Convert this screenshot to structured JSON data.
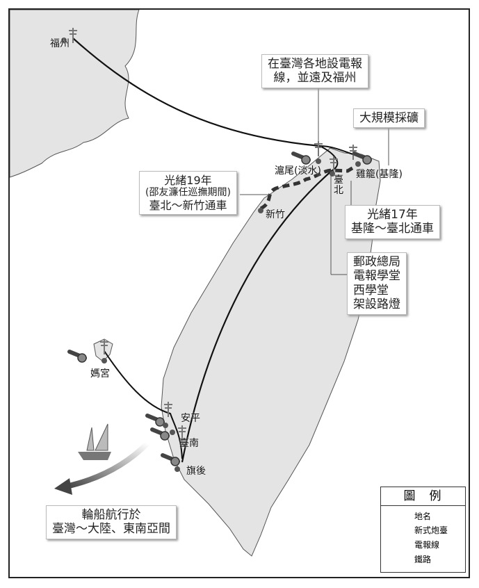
{
  "places": {
    "fuzhou": "福州",
    "huwei": "滬尾(淡水)",
    "taipei": "臺\n北",
    "keelung": "雞籠(基隆)",
    "hsinchu": "新竹",
    "magong": "媽宮",
    "anping": "安平",
    "tainan": "臺南",
    "qihou": "旗後"
  },
  "callouts": {
    "telegraph": [
      "在臺灣各地設電報",
      "線，並遠及福州"
    ],
    "mining": "大規模採礦",
    "rail19": [
      "光緒19年",
      "(邵友濂任巡撫期間)",
      "臺北～新竹通車"
    ],
    "rail17": [
      "光緒17年",
      "基隆～臺北通車"
    ],
    "taipei_facilities": [
      "郵政總局",
      "電報學堂",
      "西學堂",
      "架設路燈"
    ],
    "shipping": [
      "輪船航行於",
      "臺灣～大陸、東南亞間"
    ]
  },
  "legend": {
    "title": "圖例",
    "items": [
      {
        "icon": "place-dot-icon",
        "label": "地名"
      },
      {
        "icon": "cannon-icon",
        "label": "新式炮臺"
      },
      {
        "icon": "telegraph-pole-icon",
        "label": "電報線"
      },
      {
        "icon": "railway-icon",
        "label": "鐵路"
      }
    ]
  },
  "colors": {
    "land": "#e4e4e4",
    "line": "#111111",
    "dot": "#555555"
  }
}
